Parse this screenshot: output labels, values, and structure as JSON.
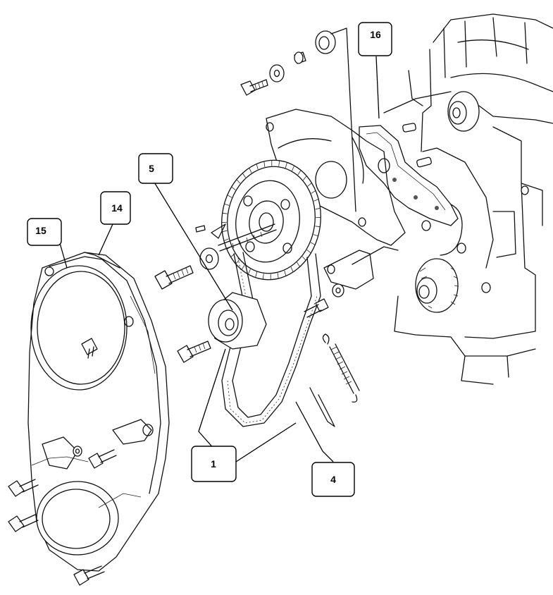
{
  "callouts": [
    {
      "id": "1",
      "label": "1"
    },
    {
      "id": "4",
      "label": "4"
    },
    {
      "id": "5",
      "label": "5"
    },
    {
      "id": "14",
      "label": "14"
    },
    {
      "id": "15",
      "label": "15"
    },
    {
      "id": "16",
      "label": "16"
    }
  ]
}
